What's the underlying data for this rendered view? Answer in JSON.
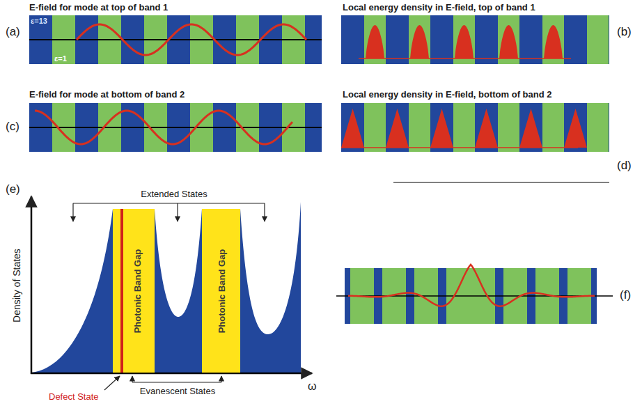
{
  "diagram": {
    "nodes": [
      {
        "text": [
          "Photonic Band Gap"
        ]
      },
      {
        "text": [
          "Photonic Band Gap"
        ]
      }
    ],
    "labels": [
      "(a)",
      "E-field for mode at top of band 1",
      "ε=13",
      "ε=1",
      "Local energy density in E-field, top of band 1",
      "(b)",
      "(c)",
      "E-field for mode at bottom of band 2",
      "Local energy density in E-field, bottom of band 2",
      "(d)",
      "(e)",
      "Extended States",
      "Density of States",
      "ω",
      "Defect State",
      "Evanescent States",
      "(f)"
    ]
  }
}
